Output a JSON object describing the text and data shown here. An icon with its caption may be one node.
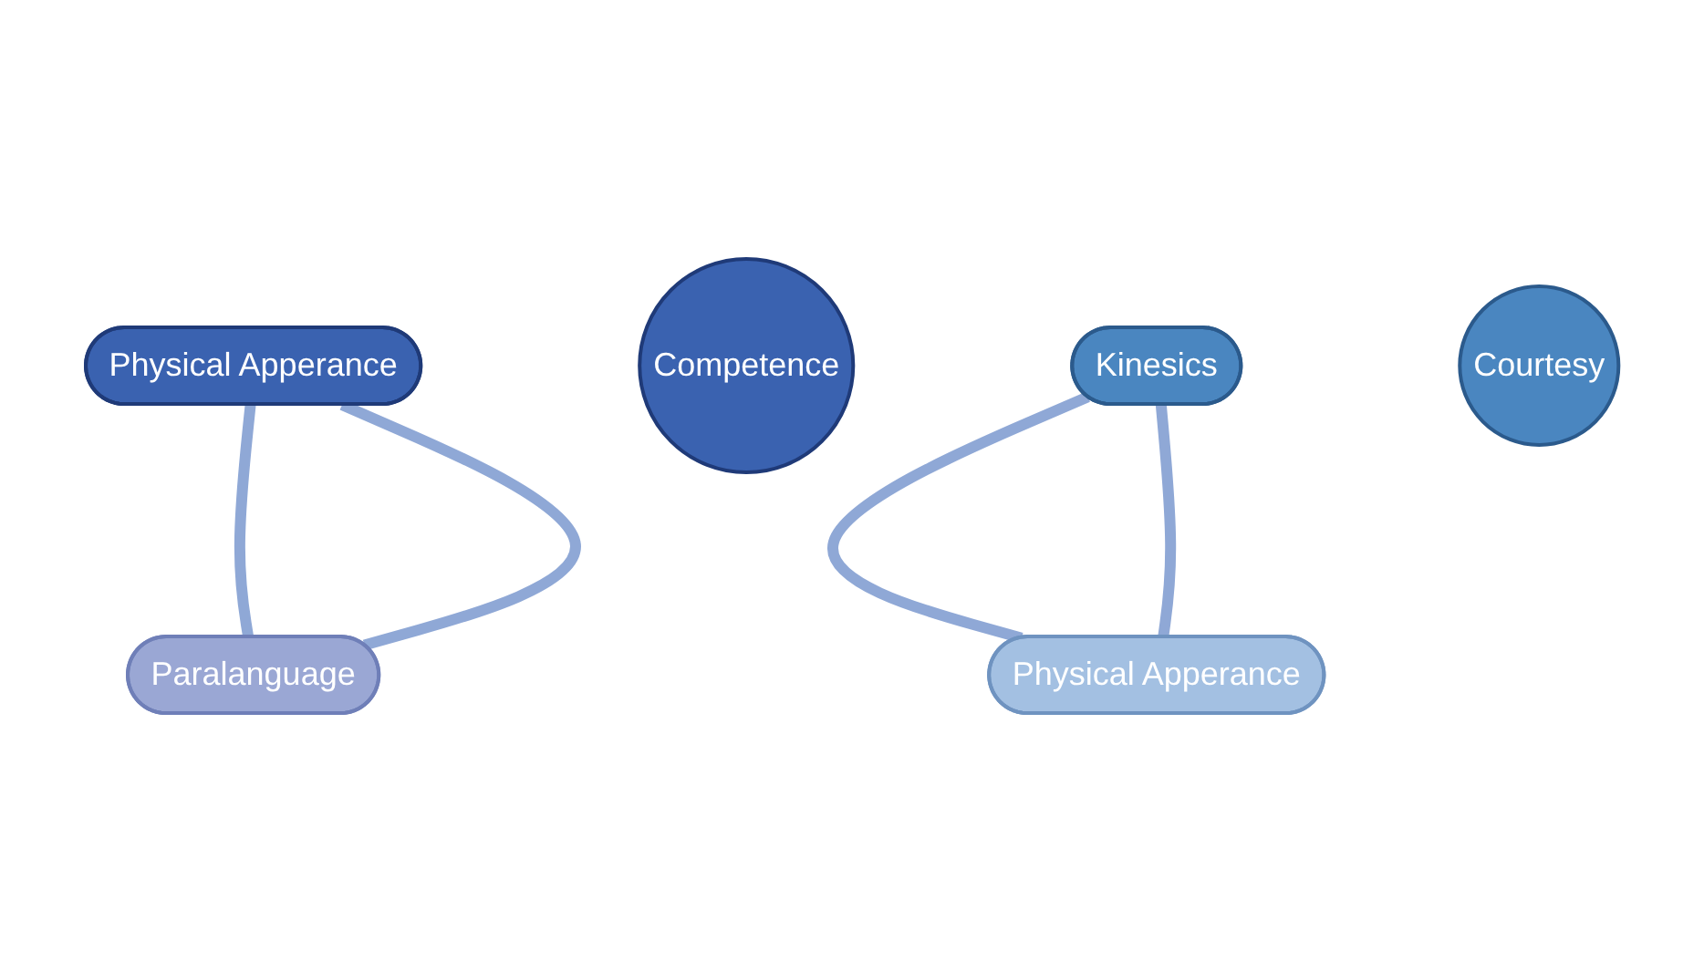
{
  "diagram": {
    "nodes": [
      {
        "text": [
          "Physical Apperance"
        ]
      },
      {
        "text": [
          "Competence"
        ]
      },
      {
        "text": [
          "Paralanguage"
        ]
      },
      {
        "text": [
          "Kinesics"
        ]
      },
      {
        "text": [
          "Courtesy"
        ]
      },
      {
        "text": [
          "Physical Apperance"
        ]
      }
    ],
    "edges": [
      {
        "from": 0,
        "to": 2,
        "arrow": "none"
      },
      {
        "from": 0,
        "to": 2,
        "arrow": "none"
      },
      {
        "from": 3,
        "to": 5,
        "arrow": "none"
      },
      {
        "from": 3,
        "to": 5,
        "arrow": "none"
      }
    ]
  }
}
